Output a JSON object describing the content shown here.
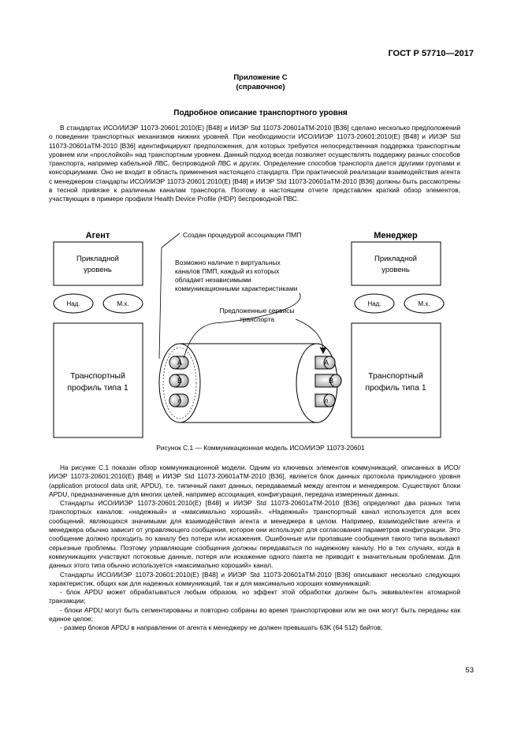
{
  "header": {
    "standard": "ГОСТ Р 57710—2017"
  },
  "appendix": {
    "title": "Приложение С",
    "subtitle": "(справочное)"
  },
  "section_title": "Подробное описание транспортного уровня",
  "intro_paragraph": "В стандартах ИСО/ИИЭР 11073-20601:2010(E) [B48] и ИИЭР Std 11073-20601aTM-2010 [B36] сделано несколько предположений о поведении транспортных механизмов нижних уровней. При необходимости ИСО/ИИЭР 11073-20601:2010(E) [B48] и ИИЭР Std 11073-20601aTM-2010 [B36] идентифицируют предположения, для которых требуется непосредственная поддержка транспортным уровнем или «прослойкой» над транспортным уровнем. Данный подход всегда позволяет осуществлять поддержку разных способов транспорта, например кабельной ЛВС, беспроводной ЛВС и других. Определение способов транспорта дается другими группами и консорциумами. Оно не входит в область применения настоящего стандарта. При практической реализации взаимодействия агента с менеджером стандарты ИСО/ИИЭР 11073-20601:2010(E) [B48] и ИИЭР Std 11073-20601aTM-2010 [B36] должны быть рассмотрены в тесной привязке к различным каналам транспорта. Поэтому в настоящем отчете представлен краткий обзор элементов, участвующих в примере профиля Health Device Profile (HDP) беспроводной ПВС.",
  "figure": {
    "agent_label": "Агент",
    "manager_label": "Менеджер",
    "app_layer": "Прикладной уровень",
    "nad": "Над.",
    "mx": "М.х.",
    "transport_profile": "Транспортный профиль типа 1",
    "note_created": "Создан процедурой ассоциации ПМП",
    "note_virtual": "Возможно наличие n виртуальных каналов ПМП, каждый из которых обладает независимыми коммуникационными характеристиками",
    "note_services": "Предложенные сервисы транспорта",
    "channel_a": "A",
    "channel_b": "B",
    "channel_n": "n",
    "caption": "Рисунок С.1 — Коммуникационная модель ИСО/ИИЭР 11073-20601"
  },
  "body_paragraphs": [
    "На рисунке С.1 показан обзор коммуникационной модели. Одним из ключевых элементов коммуникаций, описанных в ИСО/ИИЭР 11073-20601:2010(E) [B48] и ИИЭР Std 11073-20601aTM-2010 [B36], является блок данных протокола прикладного уровня (application protocol data unit, APDU), т.е. типичный пакет данных, передаваемый между агентом и менеджером. Существуют блоки APDU, предназначенные для многих целей, например ассоциация, конфигурация, передача измеренных данных.",
    "Стандарты ИСО/ИИЭР 11073-20601:2010(E) [B48] и ИИЭР Std 11073-20601aTM-2010 [B36] определяют два разных типа транспортных каналов: «надежный» и «максимально хороший». «Надежный» транспортный канал используется для всех сообщений, являющихся значимыми для взаимодействия агента и менеджера в целом. Например, взаимодействие агента и менеджера обычно зависит от управляющего сообщения, которое они используют для согласования параметров конфигурации. Это сообщение должно проходить по каналу без потери или искажения. Ошибочные или пропавшие сообщения такого типа вызывают серьезные проблемы. Поэтому управляющие сообщения должны передаваться по надежному каналу. Но в тех случаях, когда в коммуникациях участвуют потоковые данные, потеря или искажение одного пакета не приводит к значительным проблемам. Для данных этого типа обычно используется «максимально хороший» канал.",
    "Стандарты ИСО/ИИЭР 11073-20601:2010(E) [B48] и ИИЭР Std 11073-20601aTM-2010 [B36] описывают несколько следующих характеристик, общих как для надежных коммуникаций, так и для максимально хороших коммуникаций:",
    "- блок APDU может обрабатываться любым образом, но эффект этой обработки должен быть эквивалентен атомарной транзакции;",
    "- блоки APDU могут быть сегментированы и повторно собраны во время транспортировки или же они могут быть переданы как единое целое;",
    "- размер блоков APDU в направлении от агента к менеджеру не должен превышать 63K (64 512) байтов;"
  ],
  "page_number": "53"
}
